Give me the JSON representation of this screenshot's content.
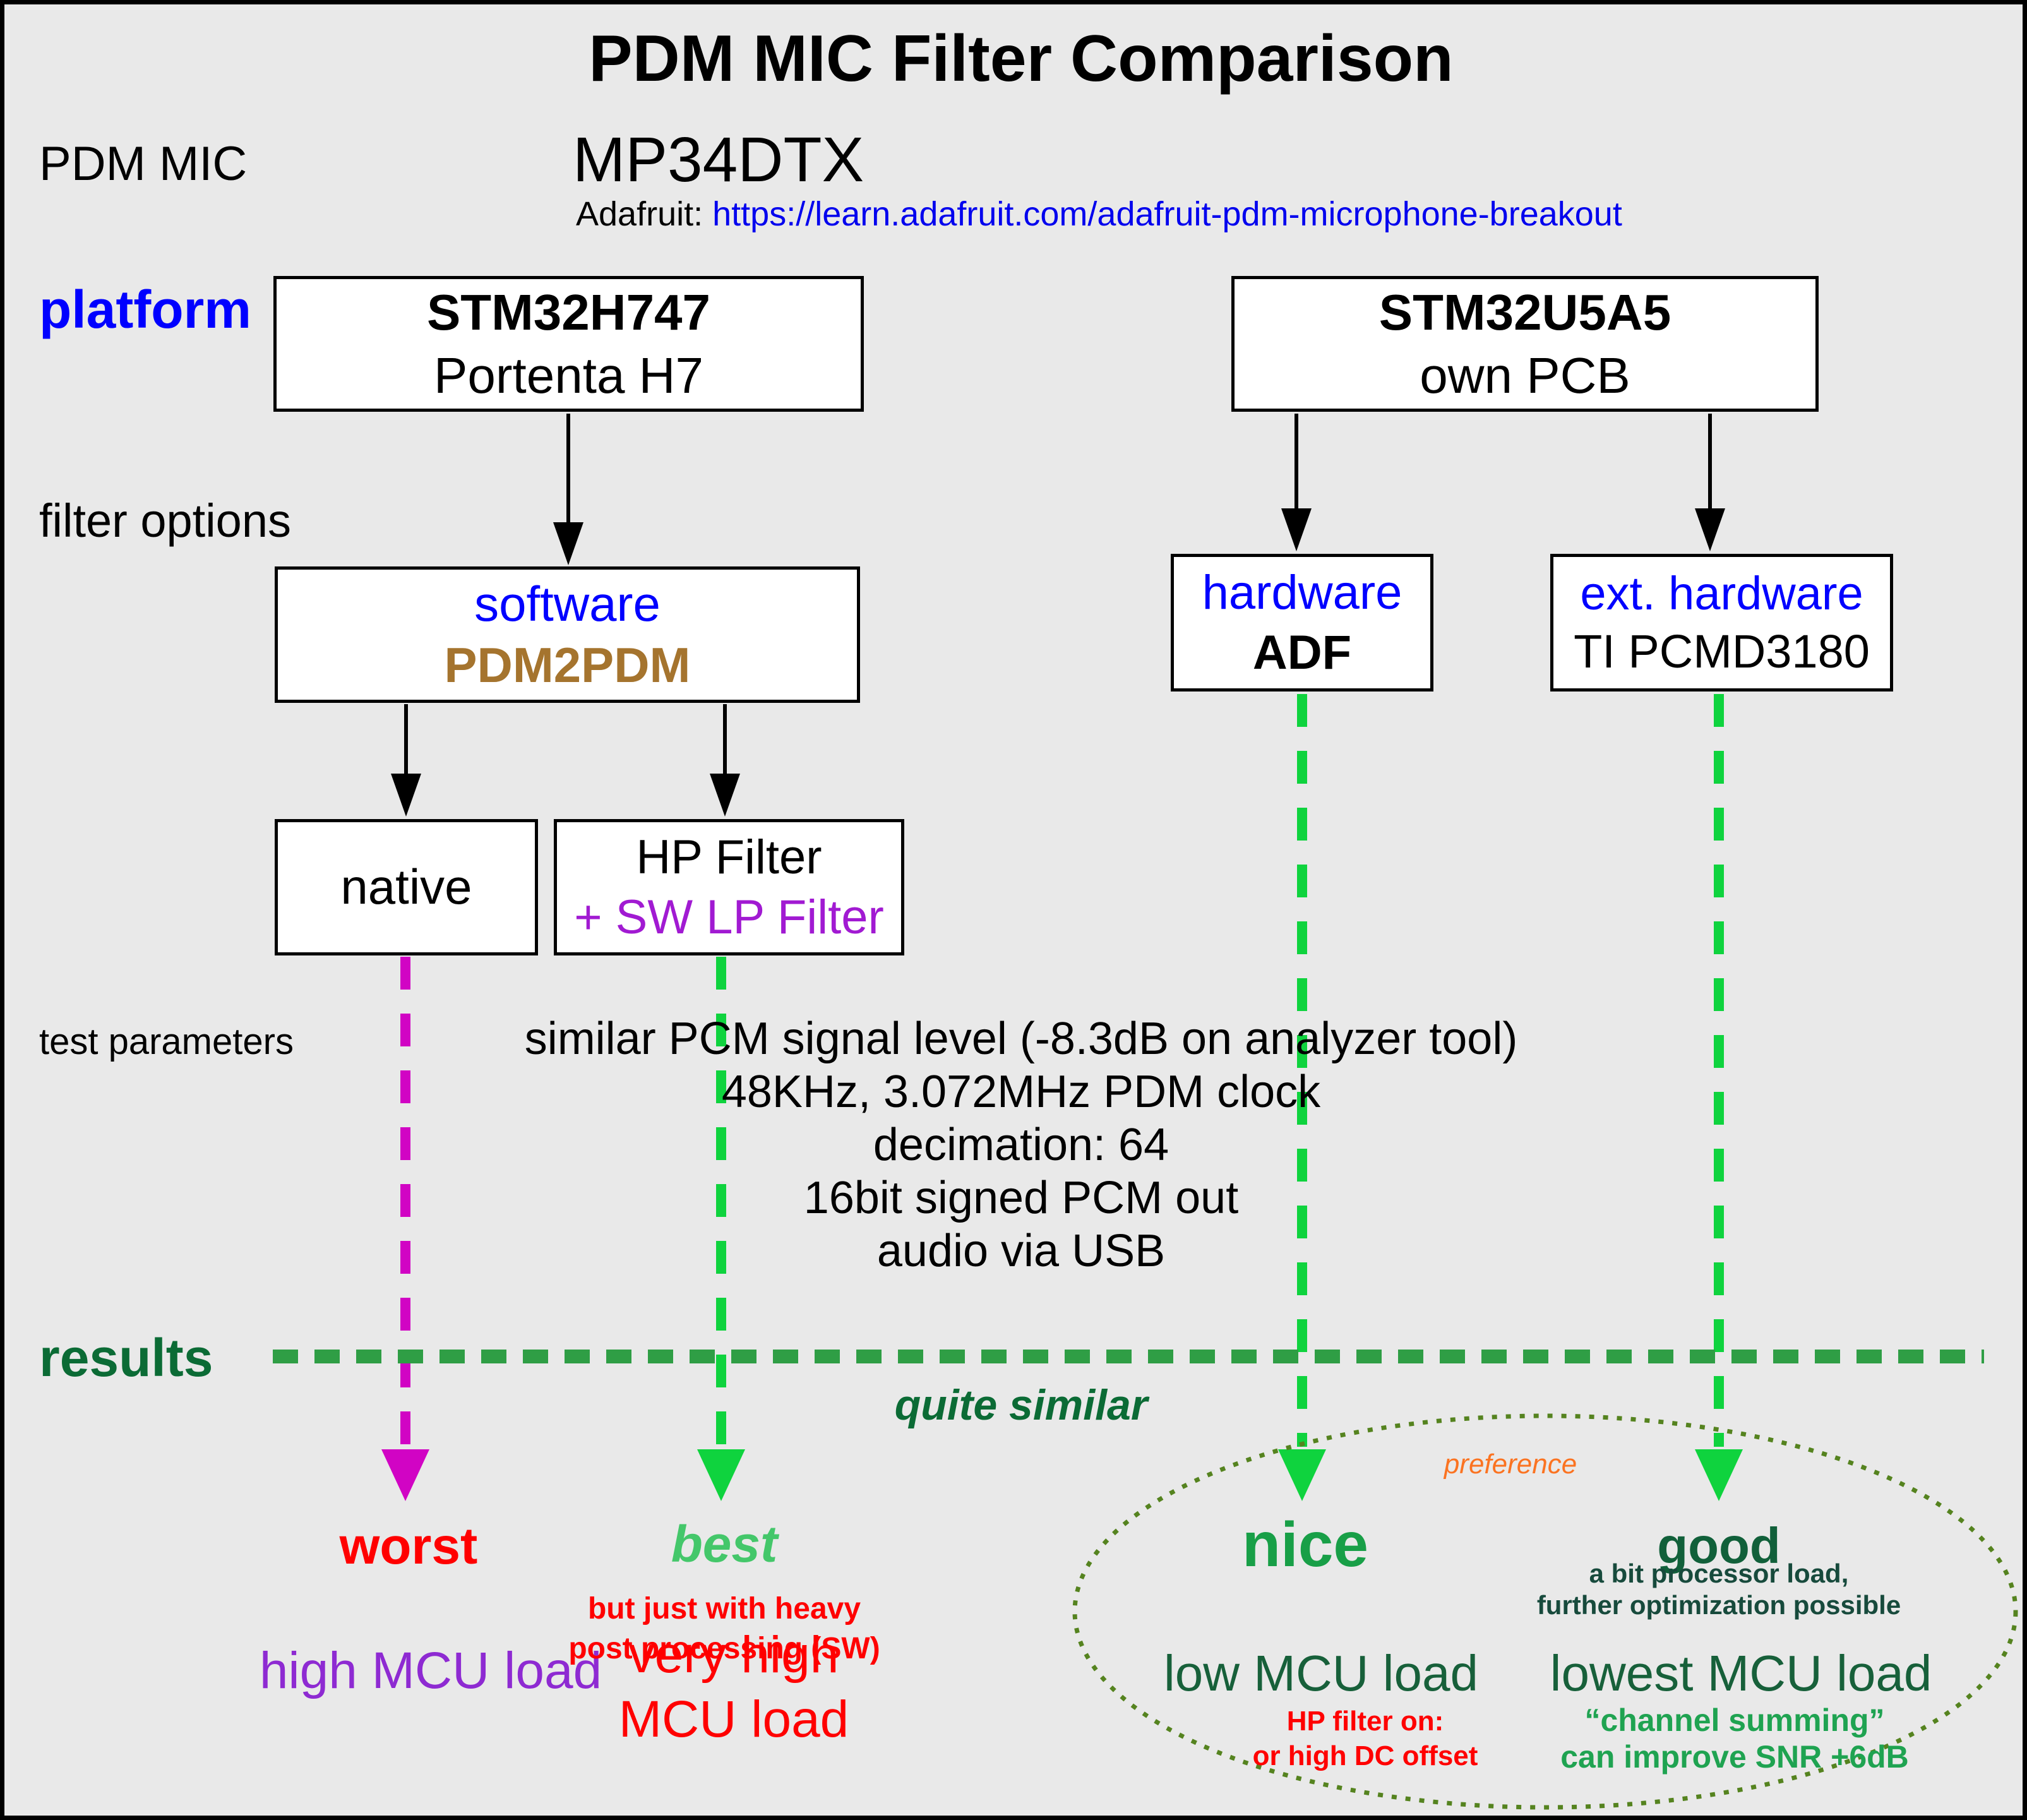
{
  "title": "PDM MIC Filter Comparison",
  "mic": {
    "row_label": "PDM MIC",
    "name": "MP34DTX",
    "source_label": "Adafruit:",
    "source_url": "https://learn.adafruit.com/adafruit-pdm-microphone-breakout"
  },
  "rows": {
    "platform": "platform",
    "filter_options": "filter options",
    "test_parameters": "test parameters",
    "results": "results"
  },
  "platforms": [
    {
      "name": "STM32H747",
      "board": "Portenta H7"
    },
    {
      "name": "STM32U5A5",
      "board": "own PCB"
    }
  ],
  "filters": {
    "software": {
      "kind": "software",
      "name": "PDM2PDM"
    },
    "hardware_adf": {
      "kind": "hardware",
      "name": "ADF"
    },
    "ext_hardware": {
      "kind": "ext. hardware",
      "name": "TI PCMD3180"
    }
  },
  "options": {
    "native": "native",
    "hp": {
      "line1": "HP Filter",
      "line2": "+ SW LP Filter"
    }
  },
  "test_parameters": {
    "line1": "similar PCM signal level (-8.3dB on analyzer tool)",
    "line2": "48KHz, 3.072MHz PDM clock",
    "line3": "decimation: 64",
    "line4": "16bit signed PCM out",
    "line5": "audio via USB"
  },
  "results": {
    "quite_similar": "quite similar",
    "preference": "preference",
    "worst": {
      "verdict": "worst",
      "load": "high MCU load"
    },
    "best": {
      "verdict": "best",
      "note_line1": "but just with heavy",
      "note_line2": "post processing (SW)",
      "load_line1": "very high",
      "load_line2": "MCU load"
    },
    "nice": {
      "verdict": "nice",
      "load": "low MCU load",
      "note_line1": "HP filter on:",
      "note_line2": "or high DC offset"
    },
    "good": {
      "verdict": "good",
      "note_line1": "a bit processor load,",
      "note_line2": "further optimization possible",
      "load": "lowest MCU load",
      "extra_line1": "“channel summing”",
      "extra_line2": "can improve SNR +6dB"
    }
  },
  "colors": {
    "background": "#e9e9e9",
    "label_blue": "#0000ff",
    "link_blue": "#0000ee",
    "pdm2pdm_brown": "#a5742e",
    "sw_lp_violet": "#a11ad2",
    "magenta_arrow": "#d104c4",
    "green_arrow": "#0fd33e",
    "results_line_green": "#2f9e45",
    "dark_green_label": "#0b6b35",
    "worst_red": "#ff0000",
    "best_green": "#44c76a",
    "high_load_purple": "#8e2ad2",
    "nice_green": "#189f47",
    "good_green": "#11603a",
    "good_note_green": "#174a3c",
    "load_dark_green": "#17603a",
    "channel_summing_green": "#1fa351",
    "ellipse_olive": "#55831f",
    "preference_orange": "#fb7321"
  }
}
